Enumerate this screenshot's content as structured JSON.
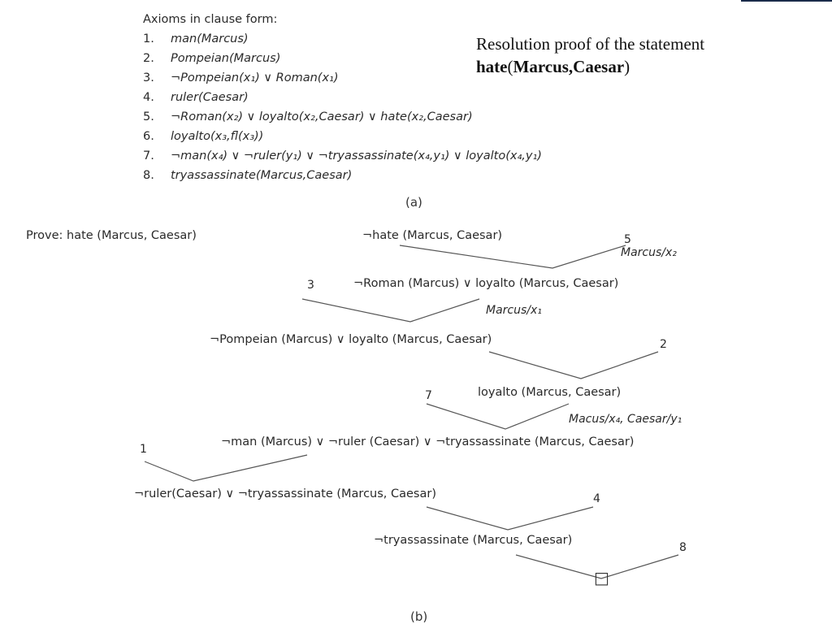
{
  "slide": {
    "title_line1": "Resolution proof of the statement",
    "title_bold_a": "hate",
    "title_paren_open": "(",
    "title_bold_b": "Marcus,Caesar",
    "title_paren_close": ")",
    "accent_color": "#1a2b4a"
  },
  "axioms": {
    "heading": "Axioms in clause form:",
    "items": [
      {
        "n": "1.",
        "text": "man(Marcus)"
      },
      {
        "n": "2.",
        "text": "Pompeian(Marcus)"
      },
      {
        "n": "3.",
        "text": "¬Pompeian(x₁) ∨ Roman(x₁)"
      },
      {
        "n": "4.",
        "text": "ruler(Caesar)"
      },
      {
        "n": "5.",
        "text": "¬Roman(x₂) ∨ loyalto(x₂,Caesar) ∨ hate(x₂,Caesar)"
      },
      {
        "n": "6.",
        "text": "loyalto(x₃,fl(x₃))"
      },
      {
        "n": "7.",
        "text": "¬man(x₄) ∨ ¬ruler(y₁) ∨ ¬tryassassinate(x₄,y₁) ∨ loyalto(x₄,y₁)"
      },
      {
        "n": "8.",
        "text": "tryassassinate(Marcus,Caesar)"
      }
    ],
    "caption": "(a)"
  },
  "proof": {
    "prove_label": "Prove: hate (Marcus, Caesar)",
    "caption": "(b)",
    "nodes": [
      "¬hate (Marcus, Caesar)",
      "¬Roman (Marcus) ∨ loyalto (Marcus, Caesar)",
      "¬Pompeian (Marcus) ∨ loyalto (Marcus, Caesar)",
      "loyalto (Marcus, Caesar)",
      "¬man (Marcus) ∨ ¬ruler (Caesar) ∨ ¬tryassassinate (Marcus, Caesar)",
      "¬ruler(Caesar) ∨ ¬tryassassinate (Marcus, Caesar)",
      "¬tryassassinate (Marcus, Caesar)"
    ],
    "axiom_refs": [
      "5",
      "3",
      "2",
      "7",
      "1",
      "4",
      "8"
    ],
    "substitutions": [
      "Marcus/x₂",
      "Marcus/x₁",
      "Macus/x₄, Caesar/y₁"
    ],
    "empty_clause": "□"
  }
}
